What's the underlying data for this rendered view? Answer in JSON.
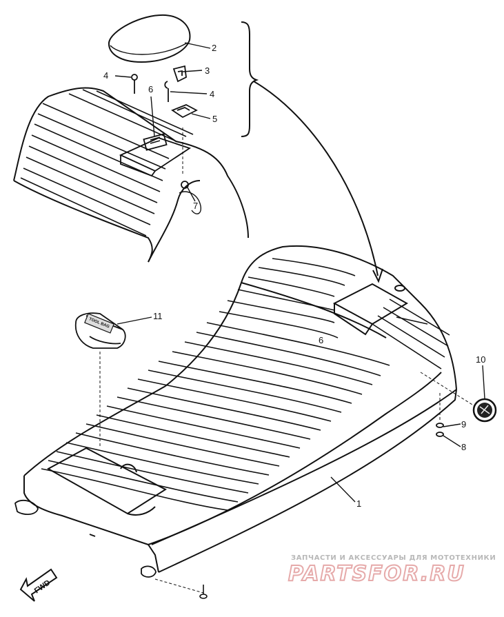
{
  "diagram": {
    "callouts": [
      "1",
      "2",
      "3",
      "4",
      "4",
      "5",
      "6",
      "7",
      "8",
      "9",
      "10",
      "11"
    ],
    "fwd_label": "FWD",
    "cover_marking": "6",
    "tag_label": "TOOL BAG"
  },
  "watermark": {
    "line1": "ЗАПЧАСТИ И АКСЕССУАРЫ ДЛЯ МОТОТЕХНИКИ",
    "line2": "PARTSFOR.RU"
  },
  "colors": {
    "ink": "#111111",
    "watermark_gray": "#b8b8b8",
    "watermark_red": "#e6aaaa"
  }
}
